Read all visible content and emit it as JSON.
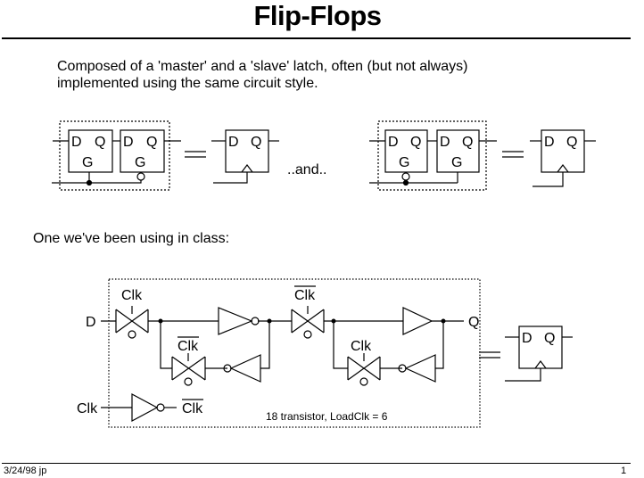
{
  "title": "Flip-Flops",
  "intro_line1": "Composed of a 'master' and a 'slave' latch, often (but not always)",
  "intro_line2": "implemented using the same circuit style.",
  "and_text": "..and..",
  "class_text": "One we've been using in class:",
  "latch": {
    "d": "D",
    "q": "Q",
    "g": "G"
  },
  "circuit": {
    "d": "D",
    "q": "Q",
    "clk": "Clk",
    "clk_bar": "Clk",
    "clk_input": "Clk",
    "note": "18 transistor,  LoadClk = 6"
  },
  "footer": {
    "date": "3/24/98 jp",
    "page": "1"
  }
}
